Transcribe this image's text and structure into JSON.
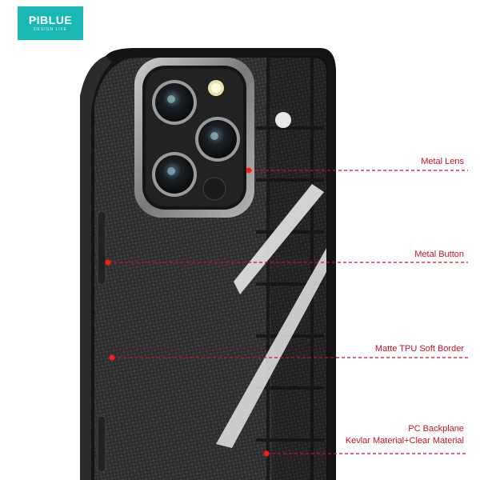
{
  "logo": {
    "brand": "PIBLUE",
    "tagline": "DESIGN LIFE"
  },
  "callouts": [
    {
      "text": "Metal Lens"
    },
    {
      "text": "Metal Button"
    },
    {
      "text": "Matte TPU Soft Border"
    },
    {
      "text": "PC Backplane"
    },
    {
      "text": "Kevlar Material+Clear Material"
    }
  ],
  "colors": {
    "accent": "#c4122b",
    "brand": "#1bb7b5"
  }
}
